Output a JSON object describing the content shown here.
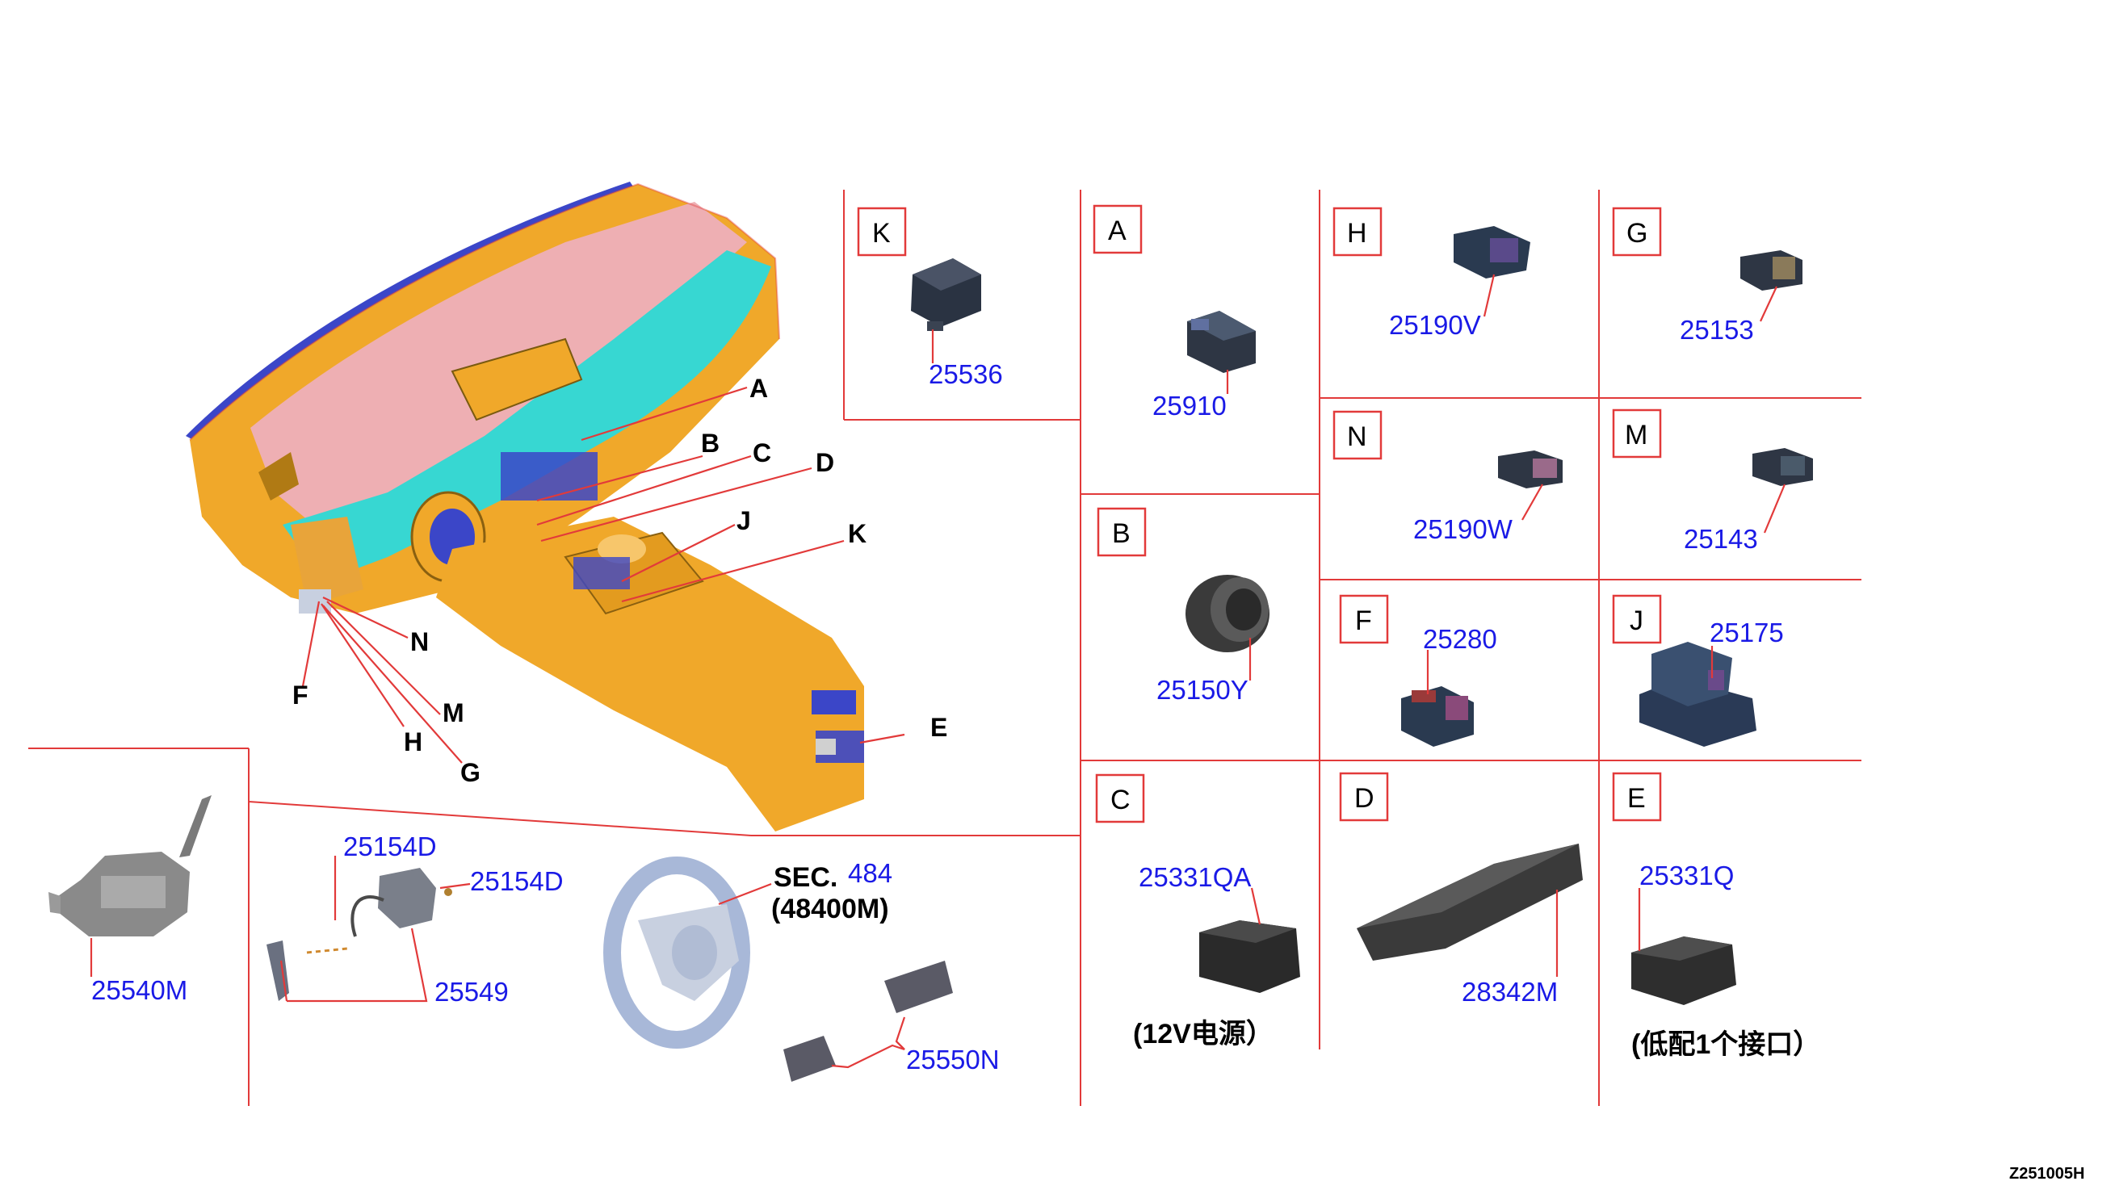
{
  "diagram": {
    "reference_code": "Z251005H",
    "dashboard_callouts": [
      "A",
      "B",
      "C",
      "D",
      "J",
      "K",
      "N",
      "F",
      "M",
      "H",
      "G",
      "E"
    ],
    "panels": [
      {
        "letter": "K",
        "part": "25536"
      },
      {
        "letter": "A",
        "part": "25910"
      },
      {
        "letter": "H",
        "part": "25190V"
      },
      {
        "letter": "G",
        "part": "25153"
      },
      {
        "letter": "N",
        "part": "25190W"
      },
      {
        "letter": "M",
        "part": "25143"
      },
      {
        "letter": "B",
        "part": "25150Y"
      },
      {
        "letter": "F",
        "part": "25280"
      },
      {
        "letter": "J",
        "part": "25175"
      },
      {
        "letter": "C",
        "part": "25331QA",
        "note": "(12V电源）"
      },
      {
        "letter": "D",
        "part": "28342M"
      },
      {
        "letter": "E",
        "part": "25331Q",
        "note": "(低配1个接口）"
      }
    ],
    "bottom": {
      "combination_switch": "25540M",
      "harness_a": "25154D",
      "harness_b": "25154D",
      "harness_c": "25549",
      "sec_label": "SEC.",
      "sec_number": "484",
      "sec_sub": "(48400M)",
      "switch_pair": "25550N"
    }
  }
}
